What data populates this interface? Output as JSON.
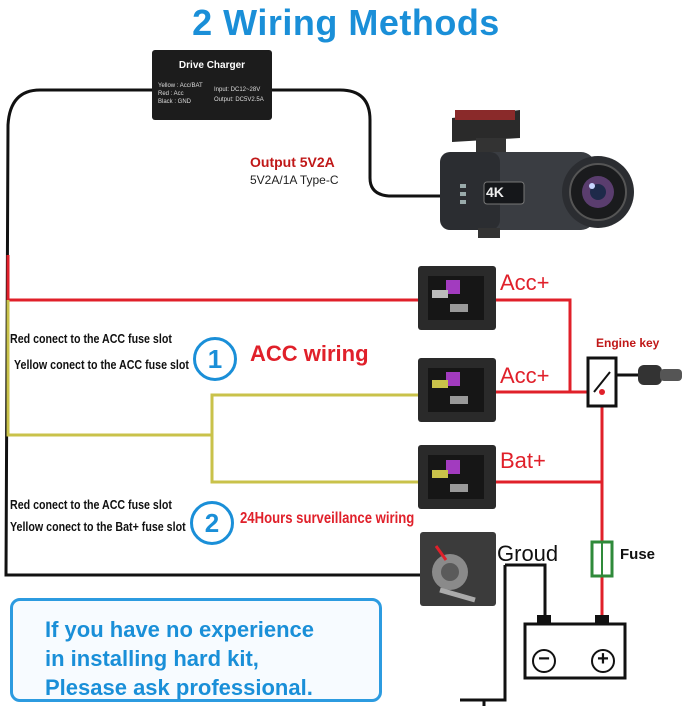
{
  "title": "2 Wiring Methods",
  "charger": {
    "name": "Drive Charger",
    "line1": "Yellow : Acc/BAT",
    "line2": "Red : Acc",
    "line3": "Black : GND",
    "input": "Input: DC12~28V",
    "output": "Output: DC5V2.5A"
  },
  "output_label": "Output 5V2A",
  "output_sub": "5V2A/1A Type-C",
  "camera_badge": "4K",
  "labels": {
    "acc1": "Acc+",
    "acc2": "Acc+",
    "bat": "Bat+",
    "engine_key": "Engine key",
    "ground": "Groud",
    "fuse": "Fuse"
  },
  "method1": {
    "number": "1",
    "name": "ACC wiring",
    "note_line1": "Red conect to the ACC fuse slot",
    "note_line2": "Yellow conect to the ACC fuse slot"
  },
  "method2": {
    "number": "2",
    "name": "24Hours surveillance wiring",
    "note_line1": "Red conect to the ACC fuse slot",
    "note_line2": "Yellow conect to the Bat+ fuse slot"
  },
  "warning": {
    "line1": "If you have no experience",
    "line2": "in installing hard kit,",
    "line3": "Plesase ask professional."
  },
  "battery": {
    "minus": "−",
    "plus": "+"
  },
  "colors": {
    "red_wire": "#e0202a",
    "yellow_wire": "#c9c24a",
    "black_wire": "#111111",
    "accent_blue": "#1a8fd8",
    "label_red": "#e0202a",
    "green_fuse": "#2f8a3a"
  }
}
